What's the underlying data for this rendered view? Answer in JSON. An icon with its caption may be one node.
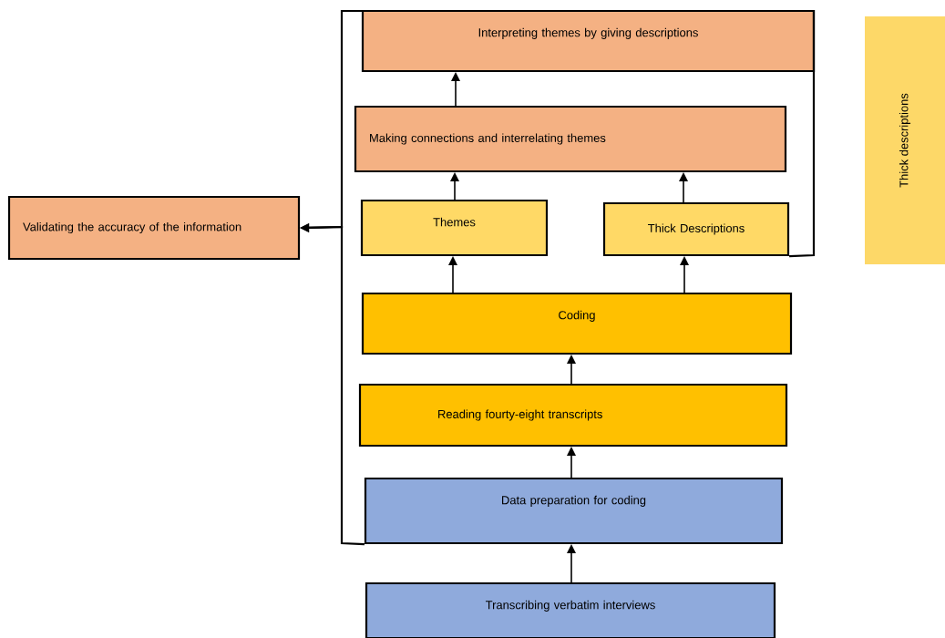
{
  "diagram": {
    "nodes": [
      {
        "text": [
          "Interpreting themes by giving descriptions"
        ]
      },
      {
        "text": [
          "Making connections and interrelating themes"
        ]
      },
      {
        "text": [
          "Validating the accuracy of the information"
        ]
      },
      {
        "text": [
          "Themes"
        ]
      },
      {
        "text": [
          "Thick Descriptions"
        ]
      },
      {
        "text": [
          "Coding"
        ]
      },
      {
        "text": [
          "Reading fourty-eight transcripts"
        ]
      },
      {
        "text": [
          "Data preparation for coding"
        ]
      },
      {
        "text": [
          "Transcribing verbatim interviews"
        ]
      },
      {
        "text": [
          "Thick descriptions"
        ]
      }
    ],
    "edges": [
      {
        "from": 1,
        "to": 0,
        "arrow": "to"
      },
      {
        "from": 3,
        "to": 1,
        "arrow": "to"
      },
      {
        "from": 4,
        "to": 1,
        "arrow": "to"
      },
      {
        "from": 5,
        "to": 3,
        "arrow": "to"
      },
      {
        "from": 5,
        "to": 4,
        "arrow": "to"
      },
      {
        "from": 6,
        "to": 5,
        "arrow": "to"
      },
      {
        "from": 7,
        "to": 6,
        "arrow": "to"
      },
      {
        "from": 8,
        "to": 7,
        "arrow": "to"
      },
      {
        "from": 7,
        "to": 2,
        "arrow": "to"
      },
      {
        "from": 4,
        "to": 2,
        "arrow": "to"
      }
    ]
  }
}
